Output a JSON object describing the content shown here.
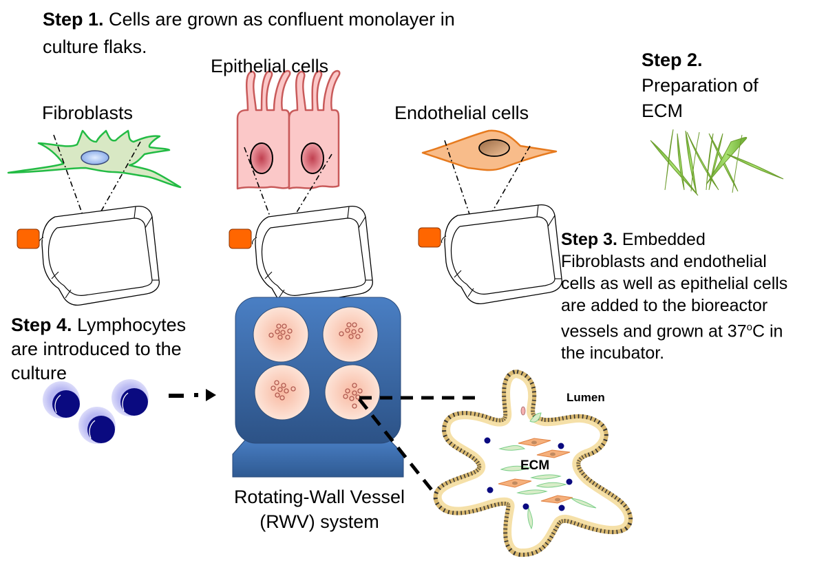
{
  "steps": {
    "step1": {
      "label": "Step 1.",
      "line1": " Cells are grown as confluent monolayer in",
      "line2": "culture flaks."
    },
    "step2": {
      "label": "Step 2.",
      "line1": "Preparation of",
      "line2": "ECM"
    },
    "step3": {
      "label": "Step 3.",
      "line1": " Embedded",
      "line2": "Fibroblasts and endothelial",
      "line3": "cells as well as epithelial cells",
      "line4": "are added to the bioreactor",
      "line5_pre": "vessels and grown at 37",
      "line5_sup": "o",
      "line5_post": "C in",
      "line6": "the incubator."
    },
    "step4": {
      "label": "Step 4.",
      "line1": " Lymphocytes",
      "line2": "are introduced to the",
      "line3": "culture"
    }
  },
  "cell_labels": {
    "fibroblasts": "Fibroblasts",
    "epithelial": "Epithelial cells",
    "endothelial": "Endothelial cells"
  },
  "rwv": {
    "line1": "Rotating-Wall Vessel",
    "line2": "(RWV) system"
  },
  "tissue": {
    "lumen": "Lumen",
    "ecm": "ECM"
  },
  "colors": {
    "fibroblast_stroke": "#22bb44",
    "fibroblast_fill": "#d8e8c4",
    "epithelial_fill": "#fbc8c8",
    "epithelial_stroke": "#c85a5a",
    "endothelial_fill": "#f8bc8a",
    "endothelial_stroke": "#e67a1e",
    "flask_cap": "#ff6600",
    "rwv_blue": "#3a6cad",
    "lymphocyte_dark": "#0a0a80",
    "lymphocyte_light": "#c8c8f5",
    "ecm_fiber": "#7cbf3c"
  }
}
